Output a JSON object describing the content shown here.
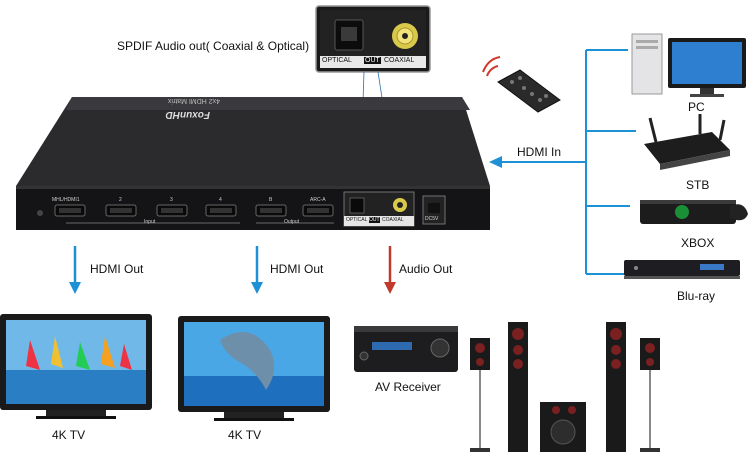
{
  "callout": {
    "title": "SPDIF Audio out( Coaxial & Optical)",
    "optical": "OPTICAL",
    "out": "OUT",
    "coaxial": "COAXIAL"
  },
  "device": {
    "brand": "FoxunHD",
    "model": "4x2 HDMI Matrix",
    "port_labels": [
      "MHL/HDMI1",
      "2",
      "3",
      "4",
      "B",
      "ARC-A"
    ],
    "input_group": "Input",
    "output_group": "Output",
    "audio_optical": "OPTICAL",
    "audio_out": "OUT",
    "audio_coaxial": "COAXIAL",
    "power": "DC5V"
  },
  "flows": {
    "hdmi_in": "HDMI  In",
    "hdmi_out_1": "HDMI Out",
    "hdmi_out_2": "HDMI Out",
    "audio_out": "Audio Out"
  },
  "sources": [
    "PC",
    "STB",
    "XBOX",
    "Blu-ray"
  ],
  "sinks": {
    "tv1": "4K TV",
    "tv2": "4K TV",
    "receiver": "AV Receiver"
  },
  "colors": {
    "blue_arrow": "#1e90d6",
    "red_arrow": "#c0392b",
    "device_body": "#1c1c1e"
  }
}
